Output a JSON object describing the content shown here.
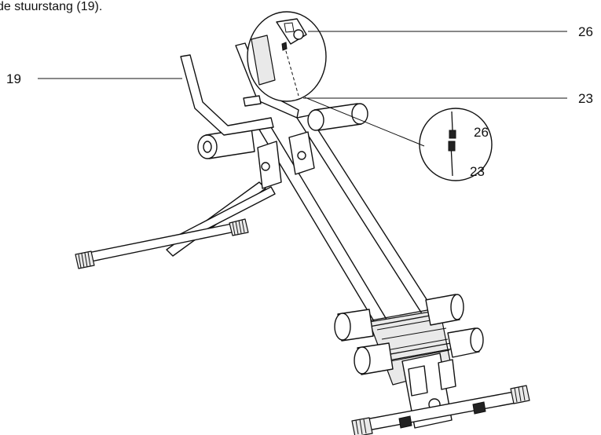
{
  "caption": "de stuurstang (19).",
  "callouts": {
    "c19": "19",
    "c26": "26",
    "c23": "23"
  },
  "detail": {
    "upper": "26",
    "lower": "23"
  }
}
